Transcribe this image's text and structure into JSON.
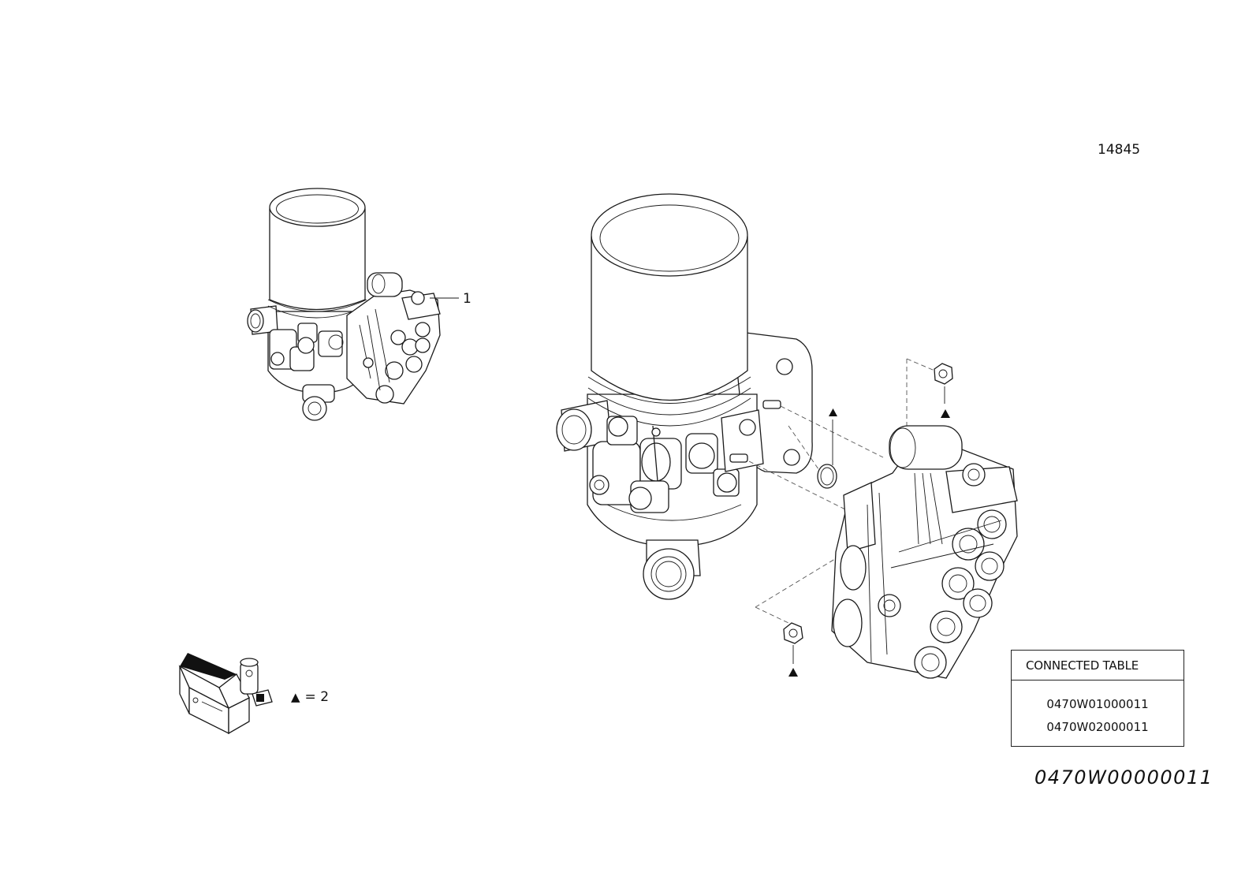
{
  "sheet_number": "14845",
  "callouts": {
    "item_1": "1"
  },
  "qty_note": {
    "symbol": "▲",
    "text": "= 2"
  },
  "fastener_marker": "▲",
  "connected_table": {
    "header": "CONNECTED TABLE",
    "rows": [
      "0470W01000011",
      "0470W02000011"
    ]
  },
  "drawing_code": "0470W00000011",
  "icons": [
    "air-dryer-assembly-icon",
    "air-dryer-exploded-icon",
    "multi-circuit-valve-icon",
    "hex-nut-icon",
    "o-ring-icon",
    "kit-box-icon"
  ],
  "colors": {
    "line": "#1a1a1a",
    "paper": "#ffffff"
  }
}
